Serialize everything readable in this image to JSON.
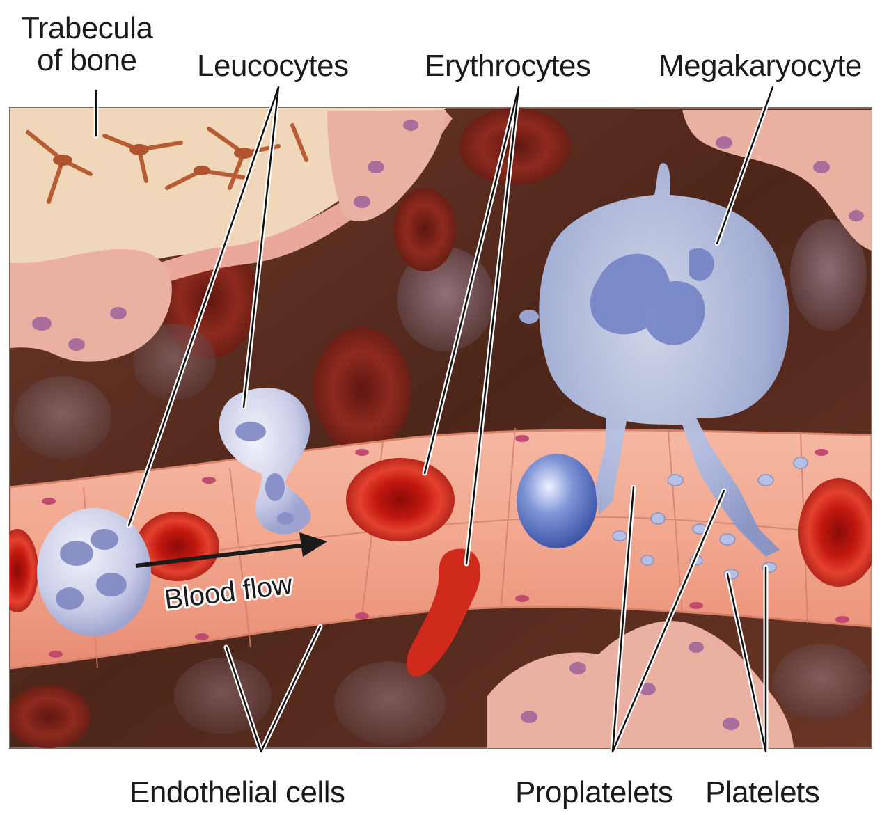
{
  "labels": {
    "trabecula_line1": "Trabecula",
    "trabecula_line2": "of bone",
    "leucocytes": "Leucocytes",
    "erythrocytes": "Erythrocytes",
    "megakaryocyte": "Megakaryocyte",
    "blood_flow": "Blood flow",
    "endothelial": "Endothelial cells",
    "proplatelets": "Proplatelets",
    "platelets": "Platelets"
  },
  "colors": {
    "marrow_dark": "#5a2f22",
    "bone": "#f2dcc0",
    "bone_cell": "#e8a596",
    "vessel": "#f0a48e",
    "erythrocyte": "#d72a1d",
    "leucocyte": "#c9cbe8",
    "megakaryocyte": "#a9b6de"
  }
}
